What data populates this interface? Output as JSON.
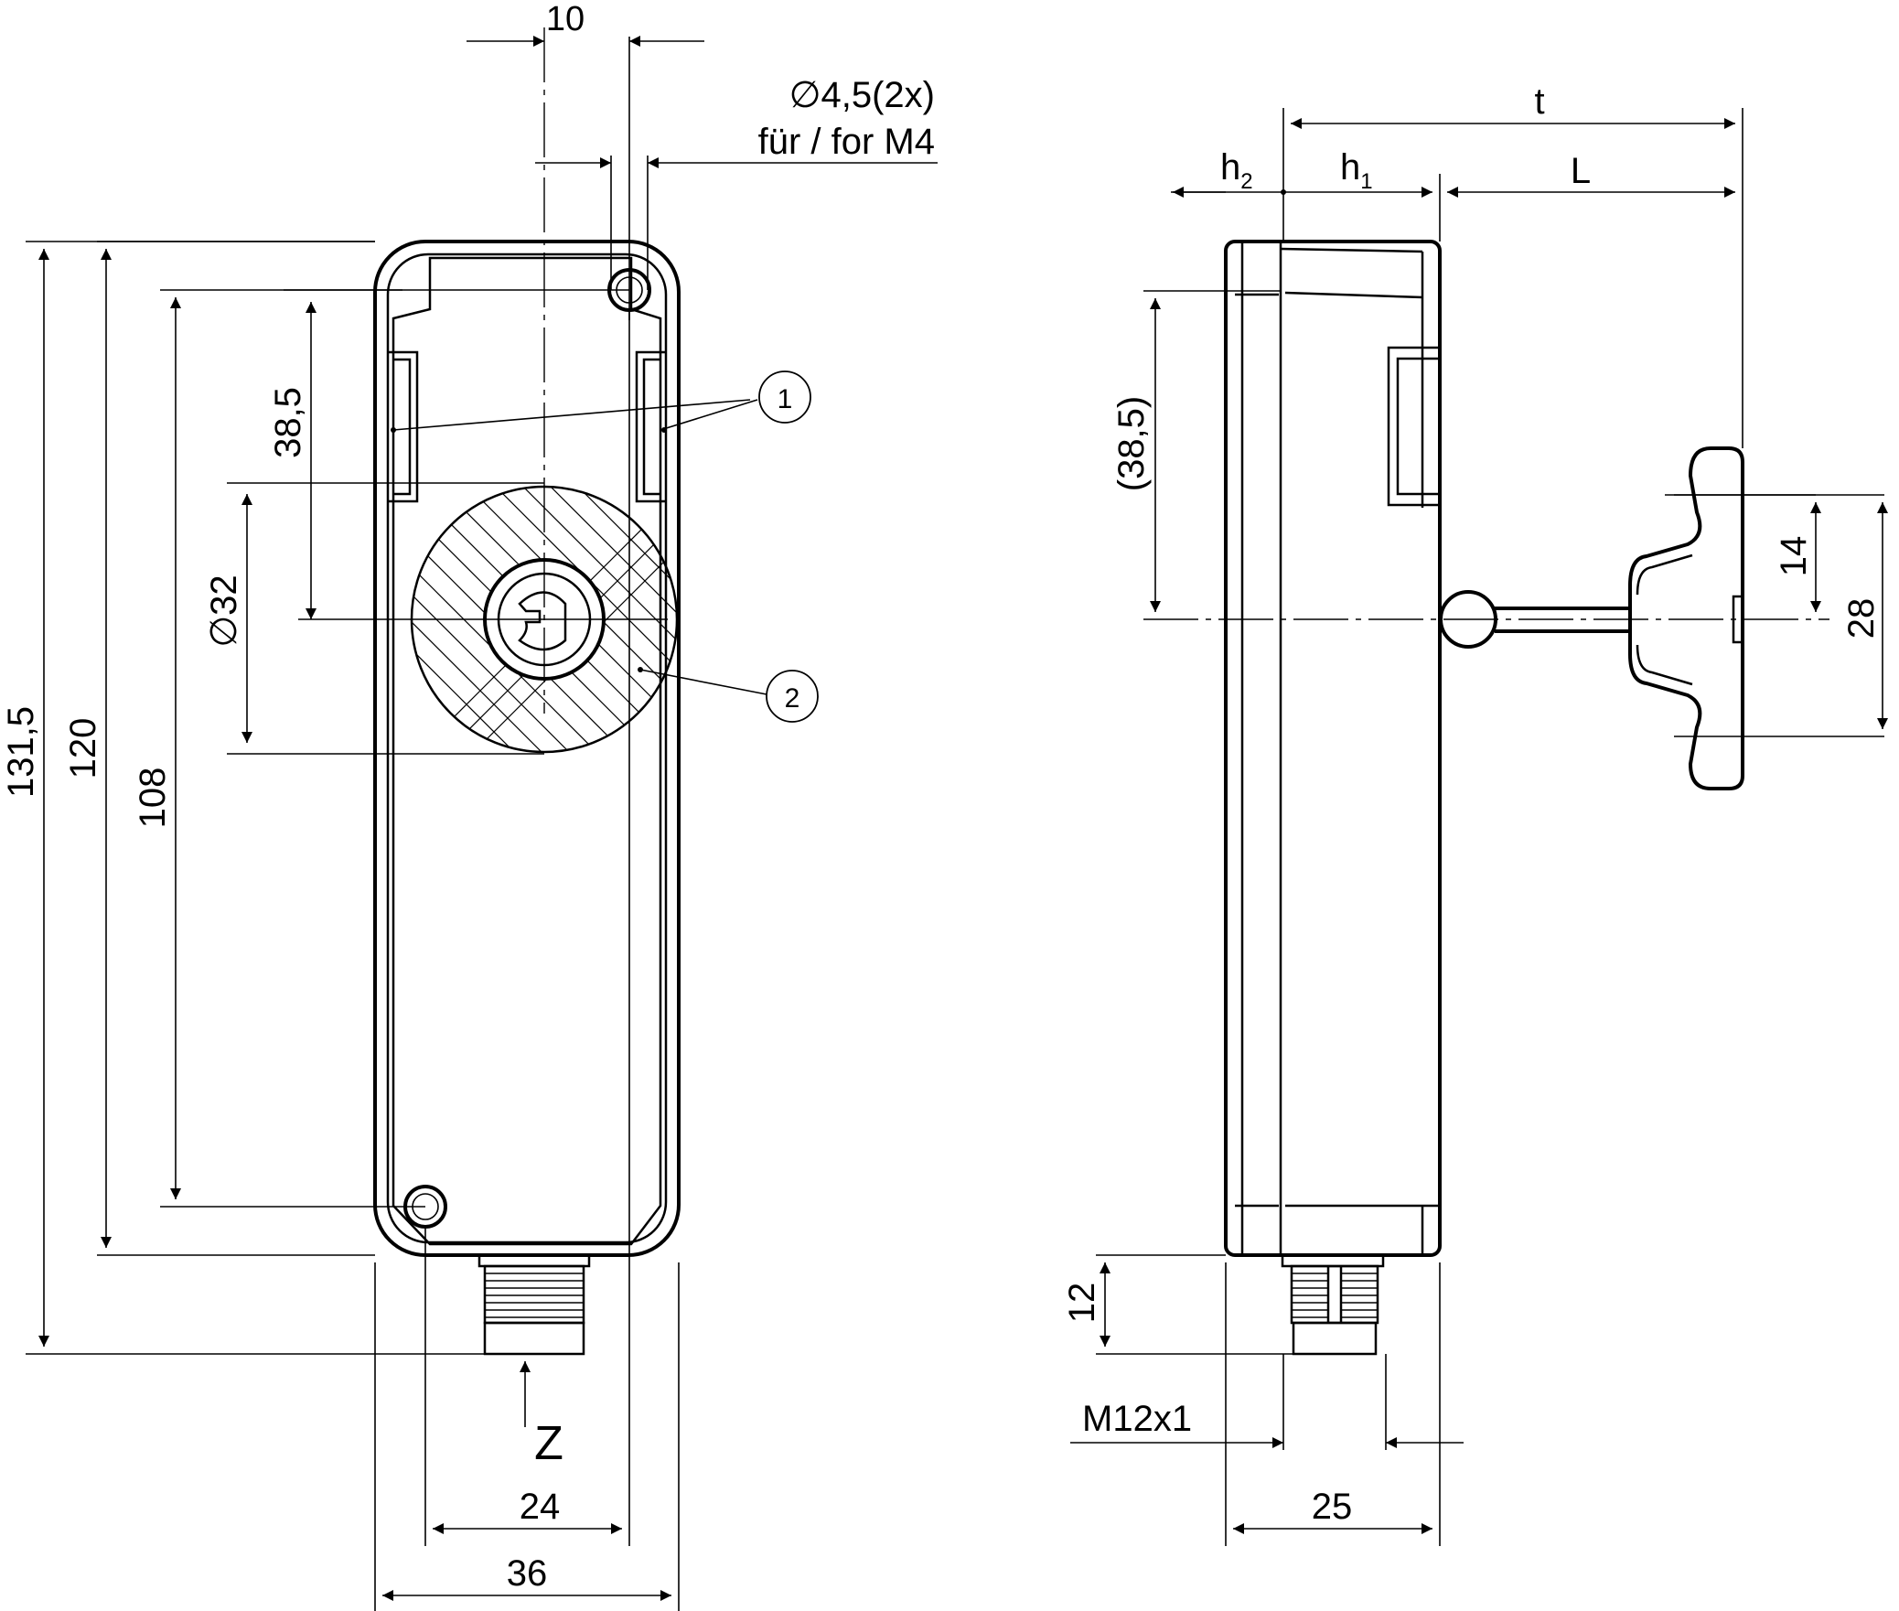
{
  "front_view": {
    "dim_top": "10",
    "hole_note_line1": "∅4,5(2x)",
    "hole_note_line2": "für / for M4",
    "dim_38_5": "38,5",
    "dim_dia32": "∅32",
    "dim_131_5": "131,5",
    "dim_120": "120",
    "dim_108": "108",
    "dim_24": "24",
    "dim_36": "36",
    "view_arrow_label": "Z",
    "callout_1": "1",
    "callout_2": "2"
  },
  "side_view": {
    "dim_t": "t",
    "dim_h2": "h",
    "dim_h2_sub": "2",
    "dim_h1": "h",
    "dim_h1_sub": "1",
    "dim_L": "L",
    "dim_38_5_ref": "(38,5)",
    "dim_14": "14",
    "dim_28": "28",
    "dim_12": "12",
    "thread_label": "M12x1",
    "dim_25": "25"
  }
}
